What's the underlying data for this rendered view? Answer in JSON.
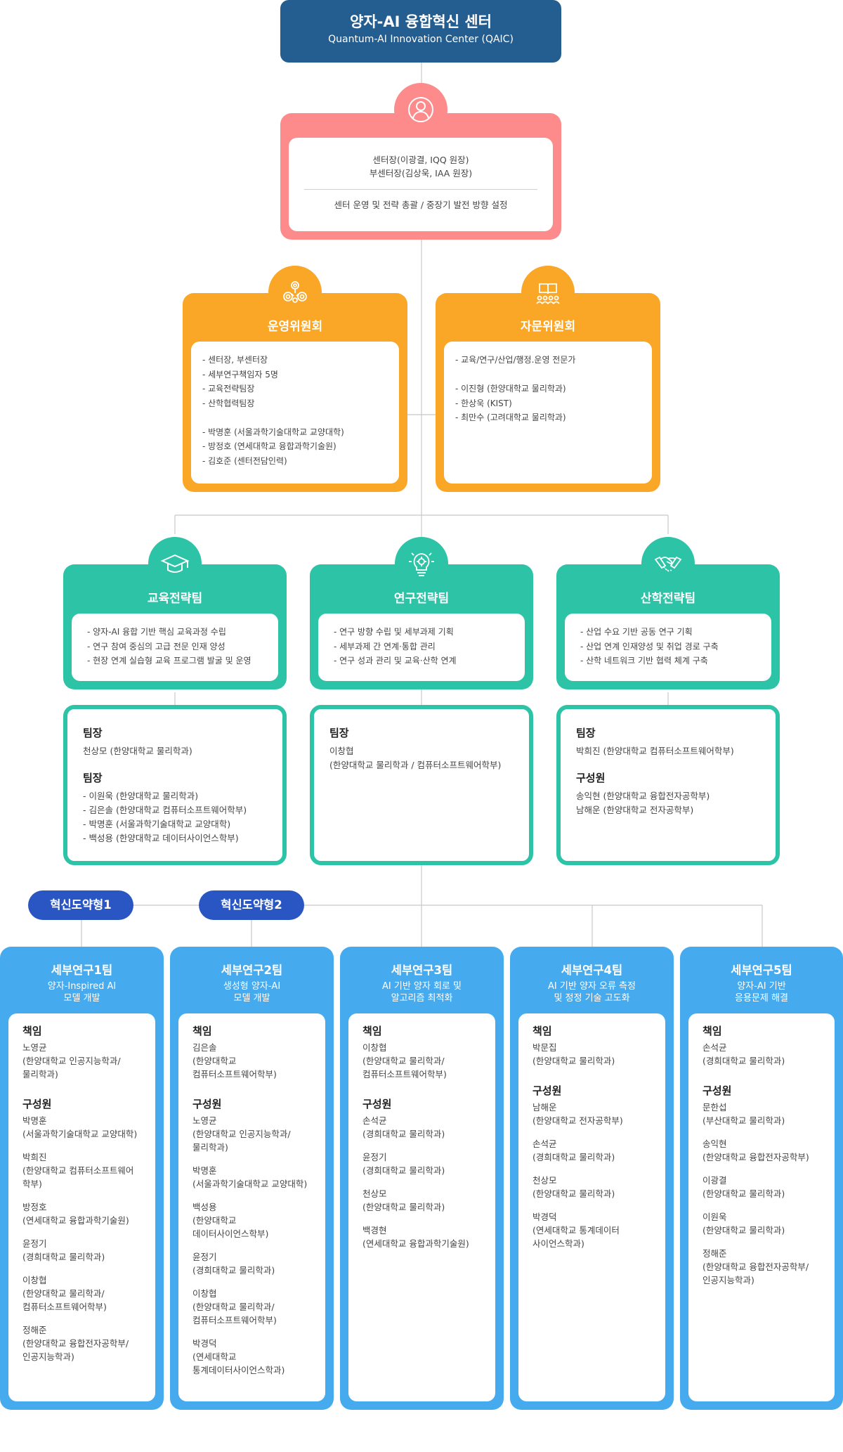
{
  "center": {
    "title": "양자-AI 융합혁신 센터",
    "subtitle": "Quantum-AI Innovation Center (QAIC)"
  },
  "director": {
    "line1": "센터장(이광결, IQQ 원장)",
    "line2": "부센터장(김상욱, IAA 원장)",
    "role": "센터 운영 및 전략 총괄 / 중장기 발전 방향 설정"
  },
  "committees": [
    {
      "title": "운영위원회",
      "items": [
        "- 센터장, 부센터장",
        "- 세부연구책임자 5명",
        "- 교육전략팀장",
        "- 산학협력팀장",
        "",
        "- 박명훈 (서울과학기술대학교 교양대학)",
        "- 방정호 (연세대학교 융합과학기술원)",
        "- 김호준 (센터전담인력)"
      ]
    },
    {
      "title": "자문위원회",
      "items": [
        "- 교육/연구/산업/행정.운영 전문가",
        "",
        "- 이진형 (한양대학교 물리학과)",
        "- 한상욱 (KIST)",
        "- 최만수 (고려대학교 물리학과)"
      ]
    }
  ],
  "teams": [
    {
      "title": "교육전략팀",
      "items": [
        "- 양자-AI 융합 기반 핵심 교육과정 수립",
        "- 연구 참여 중심의 고급 전문 인재 양성",
        "- 현장 연계 실습형 교육 프로그램 발굴 및 운영"
      ],
      "members": {
        "head_label": "팀장",
        "head": "천상모 (한양대학교 물리학과)",
        "members_label": "팀장",
        "members": [
          "- 이원욱 (한양대학교 물리학과)",
          "- 김은솔 (한양대학교 컴퓨터소프트웨어학부)",
          "- 박명훈 (서울과학기술대학교 교양대학)",
          "- 백성용 (한양대학교 데이터사이언스학부)"
        ]
      }
    },
    {
      "title": "연구전략팀",
      "items": [
        "- 연구 방향 수립 및 세부과제 기획",
        "- 세부과제 간 연계·통합 관리",
        "- 연구 성과 관리 및 교육·산학 연계"
      ],
      "members": {
        "head_label": "팀장",
        "head_lines": [
          "이창협",
          "(한양대학교 물리학과 / 컴퓨터소프트웨어학부)"
        ]
      }
    },
    {
      "title": "산학전략팀",
      "items": [
        "- 산업 수요 기반 공동 연구 기획",
        "- 산업 연계 인재양성 및 취업 경로 구축",
        "- 산학 네트워크 기반 협력 체계 구축"
      ],
      "members": {
        "head_label": "팀장",
        "head": "박희진 (한양대학교 컴퓨터소프트웨어학부)",
        "members_label": "구성원",
        "members": [
          "송익현 (한양대학교 융합전자공학부)",
          "남해운 (한양대학교 전자공학부)"
        ]
      }
    }
  ],
  "pills": [
    "혁신도약형1",
    "혁신도약형2"
  ],
  "subteams": [
    {
      "title": "세부연구1팀",
      "desc": [
        "양자-Inspired AI",
        "모델 개발"
      ],
      "lead": [
        [
          "노영균",
          "(한양대학교 인공지능학과/",
          "물리학과)"
        ]
      ],
      "members": [
        [
          "박명훈",
          "(서울과학기술대학교 교양대학)"
        ],
        [
          "박희진",
          "(한양대학교 컴퓨터소프트웨어",
          "학부)"
        ],
        [
          "방정호",
          "(연세대학교 융합과학기술원)"
        ],
        [
          "윤정기",
          "(경희대학교 물리학과)"
        ],
        [
          "이창협",
          "(한양대학교 물리학과/",
          "컴퓨터소프트웨어학부)"
        ],
        [
          "정해준",
          "(한양대학교 융합전자공학부/",
          "인공지능학과)"
        ]
      ]
    },
    {
      "title": "세부연구2팀",
      "desc": [
        "생성형 양자-AI",
        "모델 개발"
      ],
      "lead": [
        [
          "김은솔",
          "(한양대학교",
          "컴퓨터소프트웨어학부)"
        ]
      ],
      "members": [
        [
          "노영균",
          "(한양대학교 인공지능학과/",
          "물리학과)"
        ],
        [
          "박명훈",
          "(서울과학기술대학교 교양대학)"
        ],
        [
          "백성용",
          "(한양대학교",
          "데이터사이언스학부)"
        ],
        [
          "윤정기",
          "(경희대학교 물리학과)"
        ],
        [
          "이창협",
          "(한양대학교 물리학과/",
          "컴퓨터소프트웨어학부)"
        ],
        [
          "박경덕",
          "(연세대학교",
          "통계데이터사이언스학과)"
        ]
      ]
    },
    {
      "title": "세부연구3팀",
      "desc": [
        "AI 기반 양자 회로 및",
        "알고리즘 최적화"
      ],
      "lead": [
        [
          "이창협",
          "(한양대학교 물리학과/",
          "컴퓨터소프트웨어학부)"
        ]
      ],
      "members": [
        [
          "손석균",
          "(경희대학교 물리학과)"
        ],
        [
          "윤정기",
          "(경희대학교 물리학과)"
        ],
        [
          "천상모",
          "(한양대학교 물리학과)"
        ],
        [
          "백경현",
          "(연세대학교 융합과학기술원)"
        ]
      ]
    },
    {
      "title": "세부연구4팀",
      "desc": [
        "AI 기반 양자 오류 측정",
        "및 정정 기술 고도화"
      ],
      "lead": [
        [
          "박문집",
          "(한양대학교 물리학과)"
        ]
      ],
      "members": [
        [
          "남해운",
          "(한양대학교 전자공학부)"
        ],
        [
          "손석균",
          "(경희대학교 물리학과)"
        ],
        [
          "천상모",
          "(한양대학교 물리학과)"
        ],
        [
          "박경덕",
          "(연세대학교 통계데이터",
          "사이언스학과)"
        ]
      ]
    },
    {
      "title": "세부연구5팀",
      "desc": [
        "양자-AI 기반",
        "응용문제 해결"
      ],
      "lead": [
        [
          "손석균",
          "(경희대학교 물리학과)"
        ]
      ],
      "members": [
        [
          "문한섭",
          "(부산대학교 물리학과)"
        ],
        [
          "송익현",
          "(한양대학교 융합전자공학부)"
        ],
        [
          "이광결",
          "(한양대학교 물리학과)"
        ],
        [
          "이원욱",
          "(한양대학교 물리학과)"
        ],
        [
          "정해준",
          "(한양대학교 융합전자공학부/",
          "인공지능학과)"
        ]
      ]
    }
  ],
  "labels": {
    "lead": "책임",
    "members": "구성원"
  },
  "colors": {
    "center": "#245d8f",
    "director": "#fd8b8b",
    "committee": "#faa626",
    "team": "#2cc3a7",
    "pill": "#2a56c3",
    "subteam": "#46aaee"
  },
  "icons": {
    "director": "person-icon",
    "operations": "gears-icon",
    "advisory": "book-people-icon",
    "education": "graduation-cap-icon",
    "research": "lightbulb-gear-icon",
    "industry": "handshake-icon"
  }
}
